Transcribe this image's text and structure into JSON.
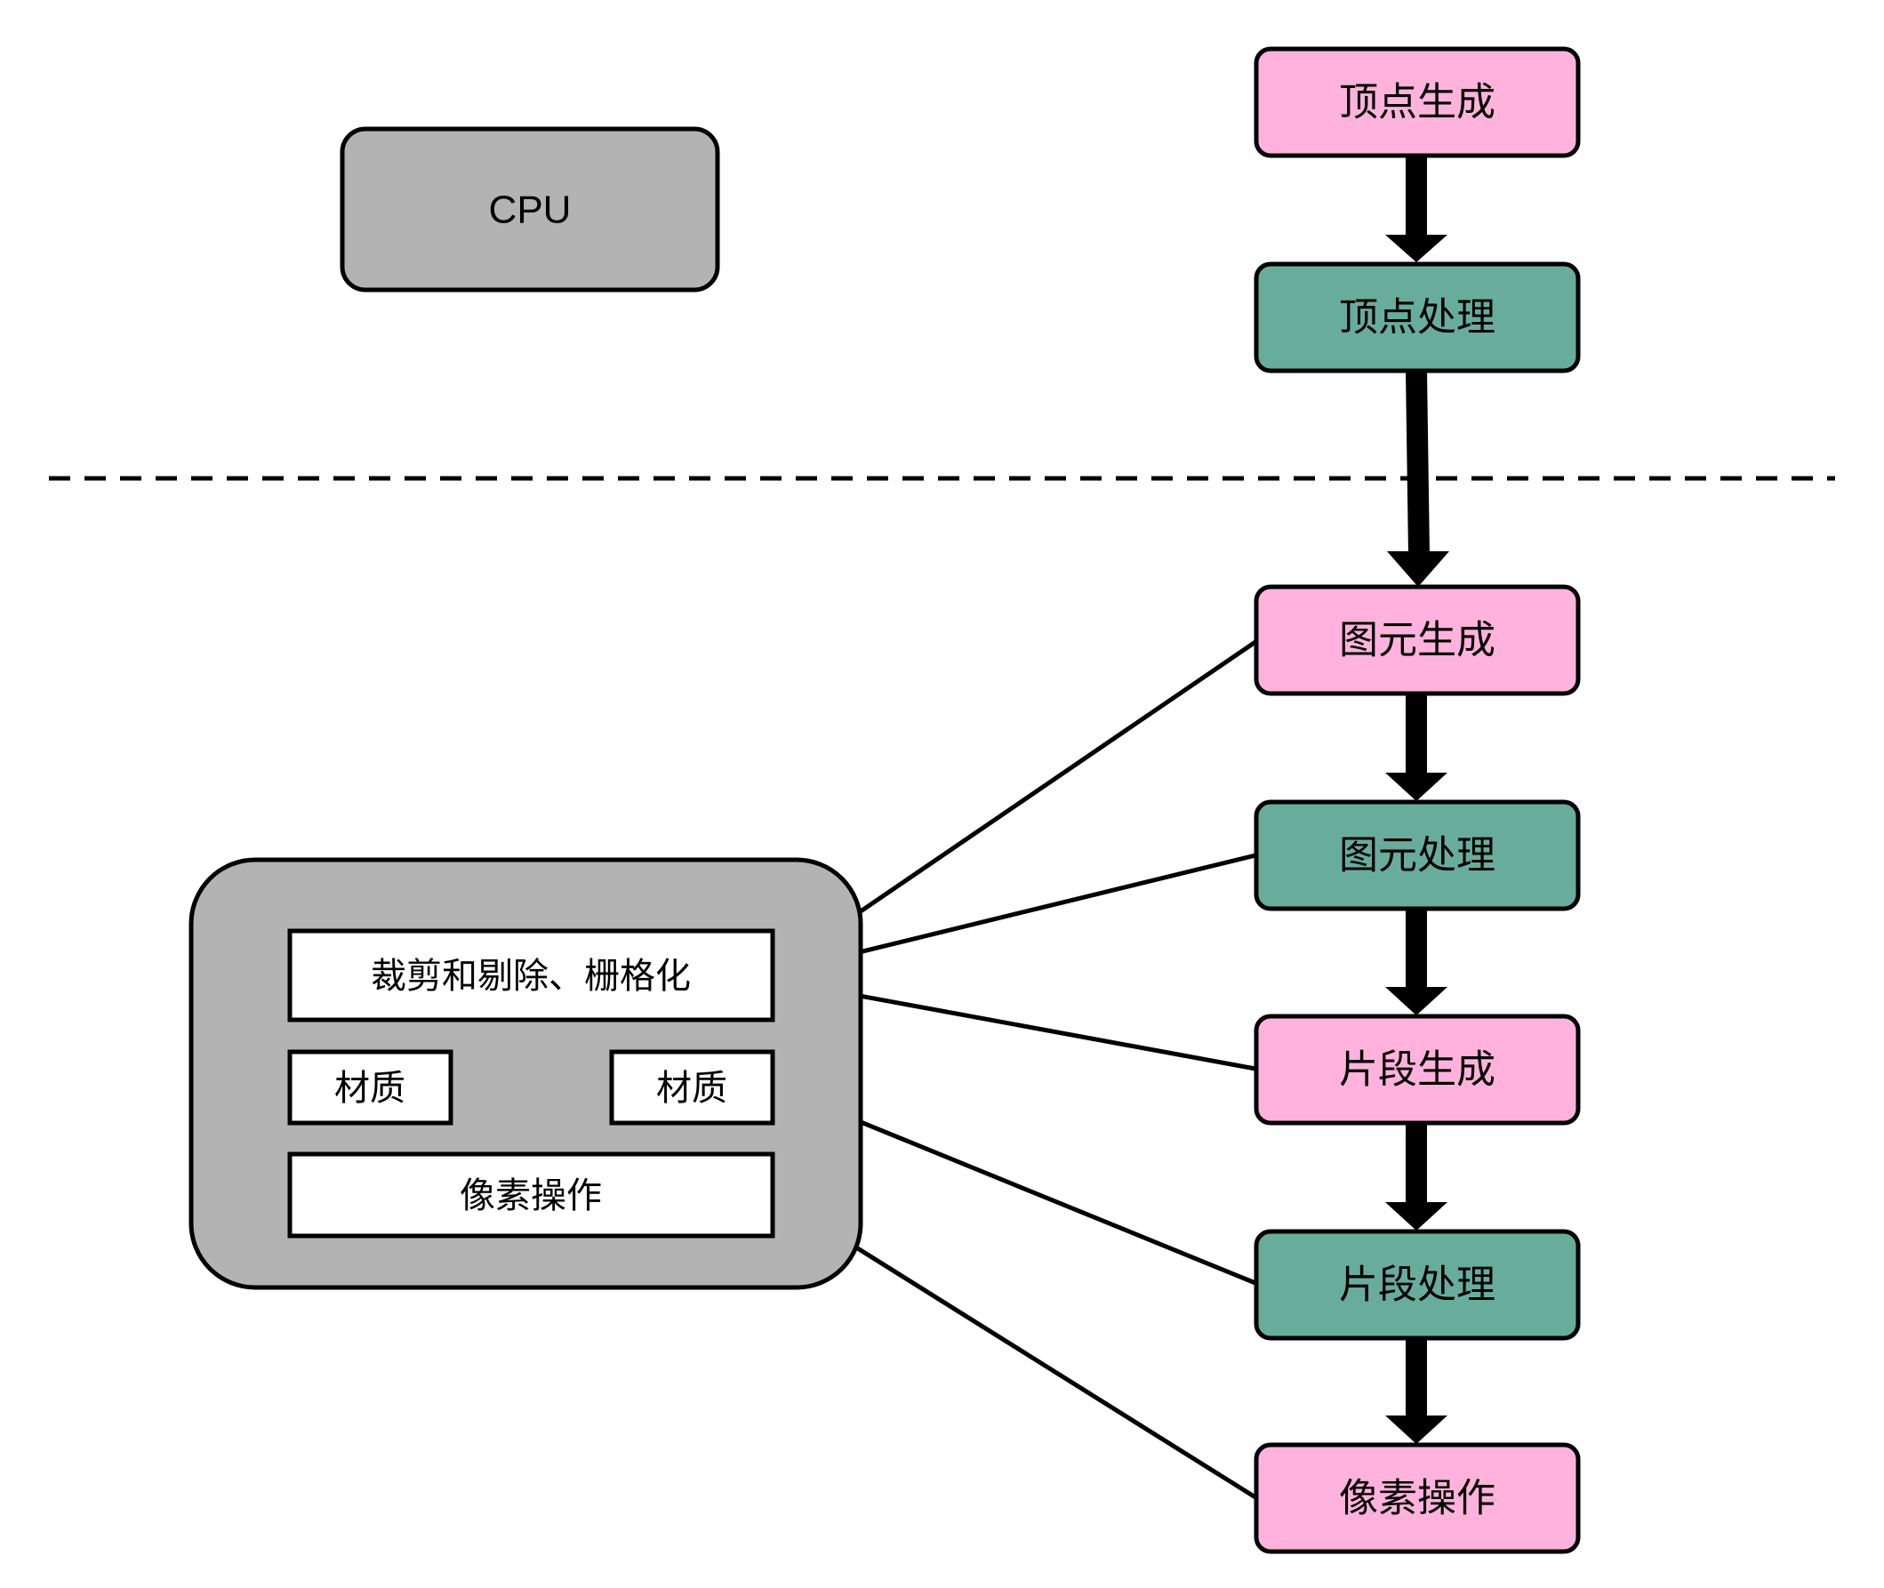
{
  "cpu": {
    "label": "CPU"
  },
  "pipeline": [
    {
      "label": "顶点生成",
      "kind": "generate"
    },
    {
      "label": "顶点处理",
      "kind": "process"
    },
    {
      "label": "图元生成",
      "kind": "generate"
    },
    {
      "label": "图元处理",
      "kind": "process"
    },
    {
      "label": "片段生成",
      "kind": "generate"
    },
    {
      "label": "片段处理",
      "kind": "process"
    },
    {
      "label": "像素操作",
      "kind": "generate"
    }
  ],
  "gpu_fixed": {
    "clip_raster": "裁剪和剔除、栅格化",
    "material_a": "材质",
    "material_b": "材质",
    "pixel_ops": "像素操作"
  },
  "colors": {
    "generate": "#ffb3dc",
    "process": "#68ad9c",
    "gray_block": "#b3b3b3",
    "white_box": "#ffffff",
    "stroke": "#000000"
  }
}
